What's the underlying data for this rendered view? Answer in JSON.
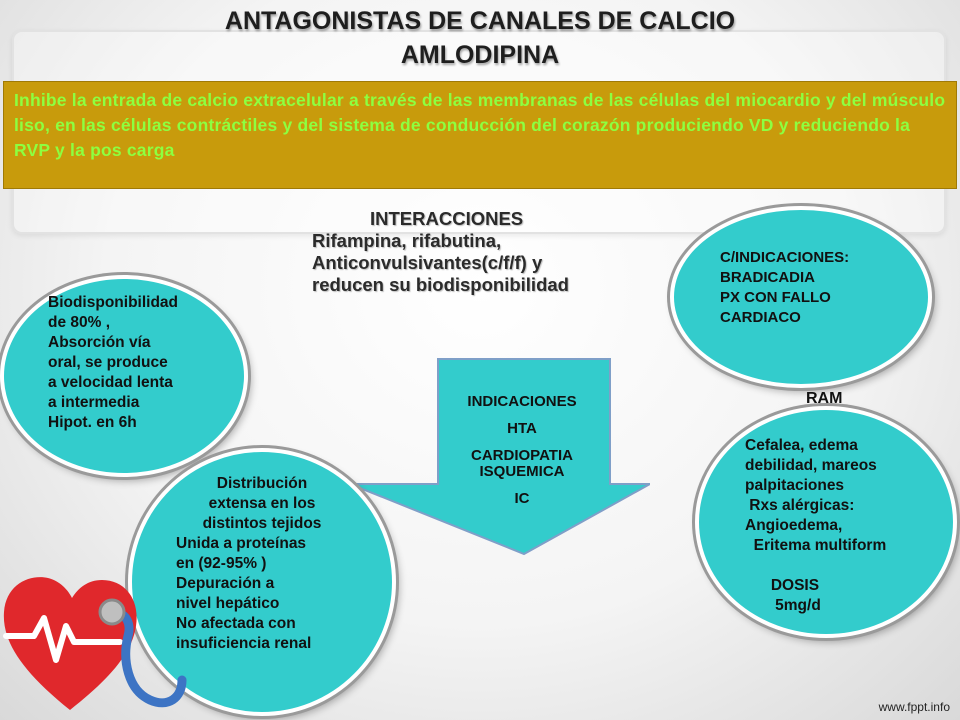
{
  "title": {
    "line1": "ANTAGONISTAS DE CANALES DE CALCIO",
    "line2": "AMLODIPINA"
  },
  "mechanism": {
    "text": "Inhibe la entrada de calcio extracelular a través de las membranas de las células del miocardio y del músculo liso, en las células contráctiles y del sistema de conducción del corazón produciendo VD y reduciendo la RVP y la pos carga"
  },
  "interacciones": {
    "title": "INTERACCIONES",
    "lines": [
      "Rifampina, rifabutina,",
      "Anticonvulsivantes(c/f/f)  y",
      "reducen su biodisponibilidad"
    ]
  },
  "biodisponibilidad": {
    "lines": [
      "Biodisponibilidad",
      "de 80% ,",
      "Absorción vía",
      "oral, se produce",
      "a velocidad lenta",
      "a intermedia",
      "Hipot. en 6h"
    ]
  },
  "distribucion": {
    "centered": [
      "Distribución",
      "extensa en los",
      "distintos tejidos"
    ],
    "lines": [
      "Unida a proteínas",
      "en (92-95% )",
      "Depuración  a",
      "nivel hepático",
      "No afectada con",
      "insuficiencia renal"
    ]
  },
  "indicaciones": {
    "title": "INDICACIONES",
    "items": [
      "HTA",
      "CARDIOPATIA",
      "ISQUEMICA",
      "IC"
    ]
  },
  "contraindicaciones": {
    "lines": [
      "C/INDICACIONES:",
      "BRADICADIA",
      "PX CON FALLO",
      "CARDIACO"
    ]
  },
  "ram": {
    "label": "RAM",
    "lines": [
      "Cefalea, edema",
      "debilidad, mareos",
      "palpitaciones",
      " Rxs alérgicas:",
      "Angioedema,",
      "  Eritema multiform",
      "",
      "      DOSIS",
      "       5mg/d"
    ]
  },
  "footer": {
    "url": "www.fppt.info"
  },
  "colors": {
    "circle": "#33cccc",
    "mechanism_bg": "#c89b0c",
    "mechanism_text": "#8dff40",
    "arrow": "#33cccc",
    "heart": "#e0282c"
  },
  "icons": {
    "heart": "heart-stethoscope-icon"
  }
}
